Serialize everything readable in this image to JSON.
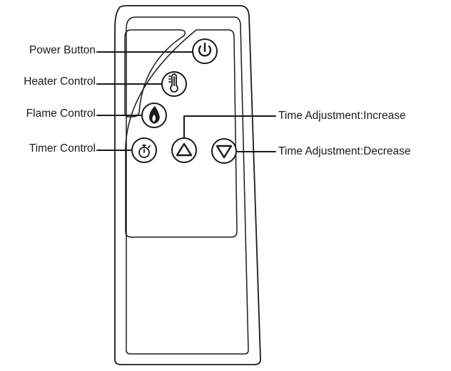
{
  "labels": {
    "power": "Power Button",
    "heater": "Heater Control",
    "flame": "Flame Control",
    "timer": "Timer Control",
    "increase": "Time Adjustment:Increase",
    "decrease": "Time Adjustment:Decrease"
  },
  "icons": {
    "power": "power-icon",
    "heater": "thermometer-icon",
    "flame": "flame-icon",
    "timer": "stopwatch-icon",
    "increase": "triangle-up-icon",
    "decrease": "triangle-down-icon"
  },
  "colors": {
    "line": "#1a1a1a",
    "background": "#ffffff"
  }
}
